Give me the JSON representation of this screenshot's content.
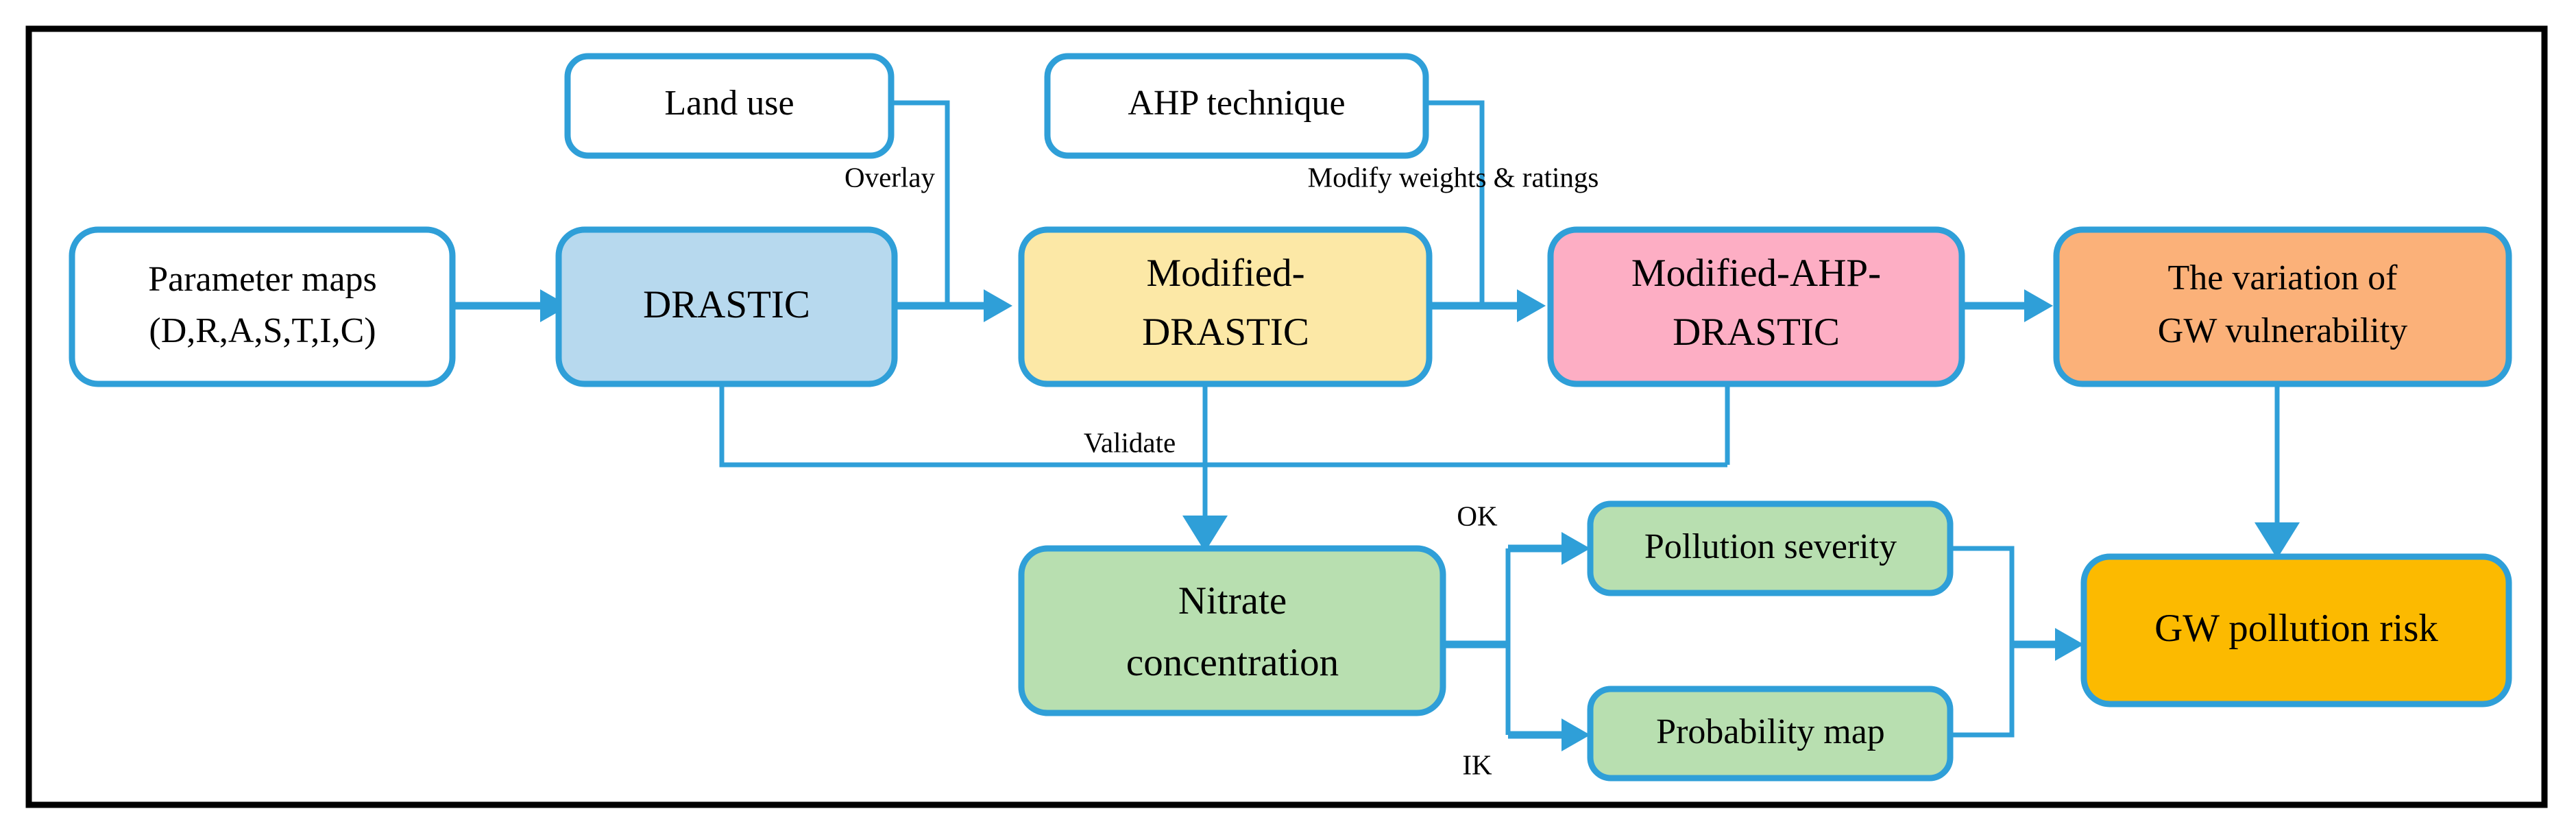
{
  "figure": {
    "type": "flowchart",
    "title": "Groundwater vulnerability and pollution risk methodology flowchart",
    "border_color": "#000000",
    "connector_color": "#2f9fd8",
    "node_border_color": "#2f9fd8"
  },
  "nodes": {
    "parameter_maps": {
      "line1": "Parameter maps",
      "line2": "(D,R,A,S,T,I,C)",
      "fill": "#ffffff"
    },
    "land_use": {
      "label": "Land use",
      "fill": "#ffffff"
    },
    "ahp_technique": {
      "label": "AHP  technique",
      "fill": "#ffffff"
    },
    "drastic": {
      "label": "DRASTIC",
      "fill": "#b7d9ee"
    },
    "modified_drastic": {
      "line1": "Modified-",
      "line2": "DRASTIC",
      "fill": "#fce8a6"
    },
    "modified_ahp_drastic": {
      "line1": "Modified-AHP-",
      "line2": "DRASTIC",
      "fill": "#fdaec4"
    },
    "variation_gw_vulnerability": {
      "line1": "The  variation  of",
      "line2": "GW vulnerability",
      "fill": "#fbb179"
    },
    "nitrate_concentration": {
      "line1": "Nitrate",
      "line2": "concentration",
      "fill": "#b8dfb0"
    },
    "pollution_severity": {
      "label": "Pollution severity",
      "fill": "#b8dfb0"
    },
    "probability_map": {
      "label": "Probability map",
      "fill": "#b8dfb0"
    },
    "gw_pollution_risk": {
      "label": "GW pollution  risk",
      "fill": "#fcba00"
    }
  },
  "edge_labels": {
    "overlay": "Overlay",
    "modify_weights": "Modify weights & ratings",
    "validate": "Validate",
    "ok": "OK",
    "ik": "IK"
  },
  "chart_data": {
    "type": "table",
    "title": "Flowchart node and edge list",
    "nodes": [
      "Parameter maps (D,R,A,S,T,I,C)",
      "Land use",
      "AHP  technique",
      "DRASTIC",
      "Modified-DRASTIC",
      "Modified-AHP-DRASTIC",
      "The  variation  of GW vulnerability",
      "Nitrate concentration",
      "Pollution severity",
      "Probability map",
      "GW pollution  risk"
    ],
    "edges": [
      {
        "from": "Parameter maps (D,R,A,S,T,I,C)",
        "to": "DRASTIC",
        "label": ""
      },
      {
        "from": "DRASTIC",
        "to": "Modified-DRASTIC",
        "label": ""
      },
      {
        "from": "Land use",
        "to": "Modified-DRASTIC",
        "label": "Overlay"
      },
      {
        "from": "Modified-DRASTIC",
        "to": "Modified-AHP-DRASTIC",
        "label": ""
      },
      {
        "from": "AHP  technique",
        "to": "Modified-AHP-DRASTIC",
        "label": "Modify weights & ratings"
      },
      {
        "from": "Modified-AHP-DRASTIC",
        "to": "The  variation  of GW vulnerability",
        "label": ""
      },
      {
        "from": "DRASTIC",
        "to": "Nitrate concentration",
        "label": "Validate"
      },
      {
        "from": "Modified-DRASTIC",
        "to": "Nitrate concentration",
        "label": "Validate"
      },
      {
        "from": "Modified-AHP-DRASTIC",
        "to": "Nitrate concentration",
        "label": "Validate"
      },
      {
        "from": "Nitrate concentration",
        "to": "Pollution severity",
        "label": "OK"
      },
      {
        "from": "Nitrate concentration",
        "to": "Probability map",
        "label": "IK"
      },
      {
        "from": "Pollution severity",
        "to": "GW pollution  risk",
        "label": ""
      },
      {
        "from": "Probability map",
        "to": "GW pollution  risk",
        "label": ""
      },
      {
        "from": "The  variation  of GW vulnerability",
        "to": "GW pollution  risk",
        "label": ""
      }
    ]
  }
}
